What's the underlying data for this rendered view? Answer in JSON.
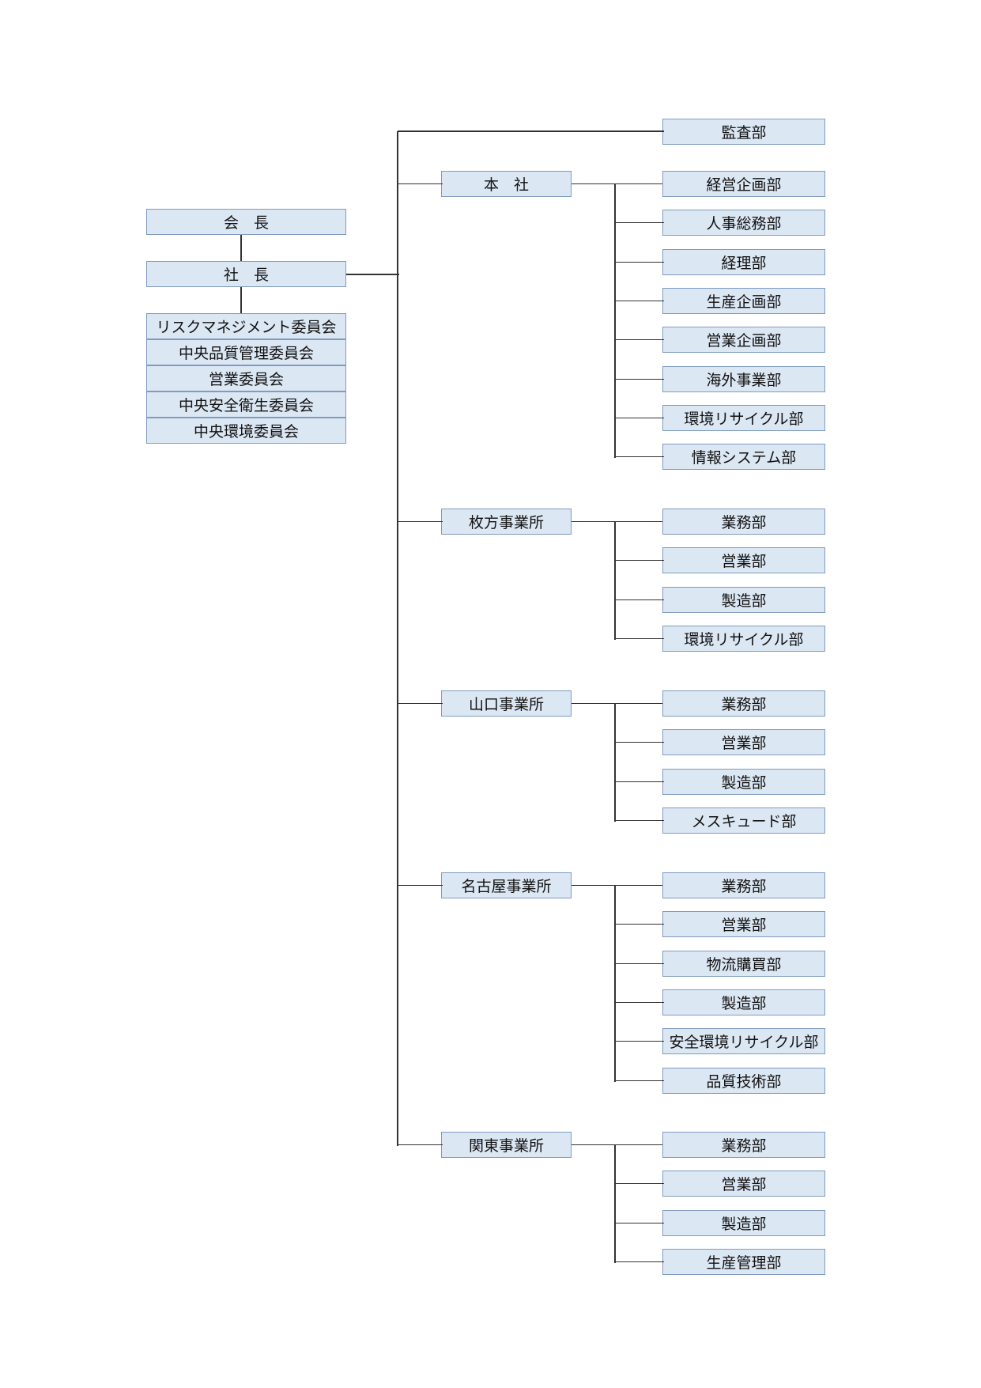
{
  "chairman": "会　長",
  "president": "社　長",
  "committees": [
    "リスクマネジメント委員会",
    "中央品質管理委員会",
    "営業委員会",
    "中央安全衛生委員会",
    "中央環境委員会"
  ],
  "audit": "監査部",
  "divisions": [
    {
      "name": "本　社",
      "depts": [
        "経営企画部",
        "人事総務部",
        "経理部",
        "生産企画部",
        "営業企画部",
        "海外事業部",
        "環境リサイクル部",
        "情報システム部"
      ]
    },
    {
      "name": "枚方事業所",
      "depts": [
        "業務部",
        "営業部",
        "製造部",
        "環境リサイクル部"
      ]
    },
    {
      "name": "山口事業所",
      "depts": [
        "業務部",
        "営業部",
        "製造部",
        "メスキュード部"
      ]
    },
    {
      "name": "名古屋事業所",
      "depts": [
        "業務部",
        "営業部",
        "物流購買部",
        "製造部",
        "安全環境リサイクル部",
        "品質技術部"
      ]
    },
    {
      "name": "関東事業所",
      "depts": [
        "業務部",
        "営業部",
        "製造部",
        "生産管理部"
      ]
    }
  ],
  "colors": {
    "box_fill": "#dce7f4",
    "box_border": "#7f9bbf",
    "line": "#333333"
  }
}
